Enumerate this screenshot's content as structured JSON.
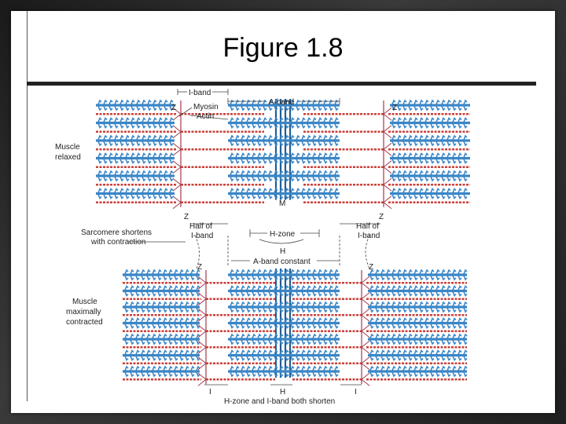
{
  "slide": {
    "title": "Figure 1.8"
  },
  "labels": {
    "i_band_top": "I-band",
    "a_band_top": "A-band",
    "z_top_left": "Z",
    "z_top_right": "Z",
    "myosin": "Myosin",
    "actin": "Actin",
    "muscle_relaxed_1": "Muscle",
    "muscle_relaxed_2": "relaxed",
    "z_mid_left": "Z",
    "m_mid": "M",
    "z_mid_right": "Z",
    "sarcomere_1": "Sarcomere shortens",
    "sarcomere_2": "with contraction",
    "half_i_left_1": "Half of",
    "half_i_left_2": "I-band",
    "h_zone": "H-zone",
    "half_i_right_1": "Half of",
    "half_i_right_2": "I-band",
    "h_mid": "H",
    "a_band_constant": "A-band constant",
    "z_low_left": "Z",
    "z_low_right": "Z",
    "muscle_contracted_1": "Muscle",
    "muscle_contracted_2": "maximally",
    "muscle_contracted_3": "contracted",
    "i_bottom_left": "I",
    "h_bottom": "H",
    "i_bottom_right": "I",
    "bottom_caption": "H-zone and I-band both shorten"
  },
  "colors": {
    "myosin": "#3b86c6",
    "myosin_dark": "#1f5f96",
    "actin": "#c9403a",
    "z_line": "#a33a4a",
    "label": "#222222"
  }
}
